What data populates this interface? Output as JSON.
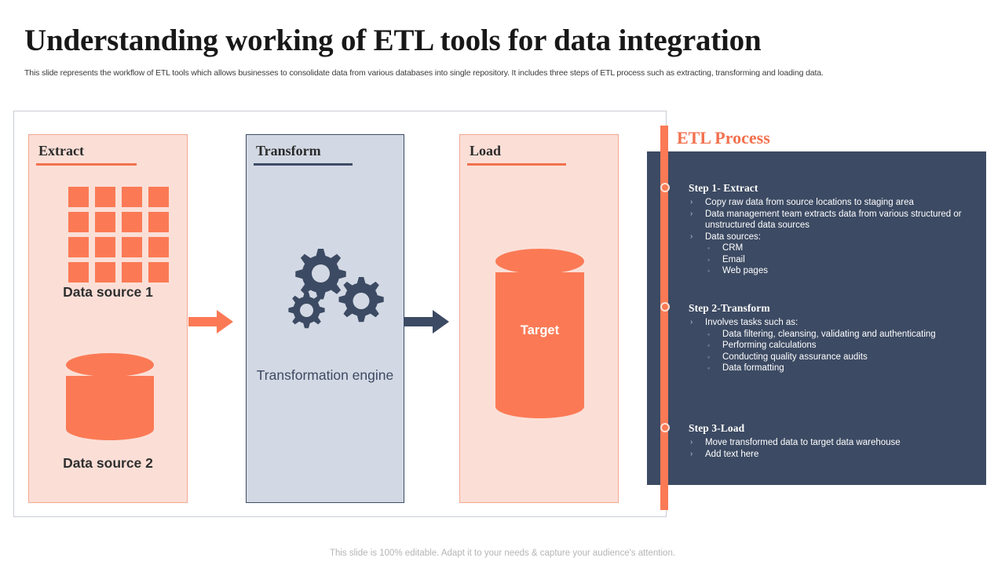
{
  "header": {
    "title": "Understanding working of ETL tools for data integration",
    "subtitle": "This slide represents the workflow of ETL tools which allows businesses to consolidate data from various databases into single repository. It includes three steps of ETL process such as extracting, transforming and loading data."
  },
  "colors": {
    "orange": "#FB7A55",
    "orange_dark": "#F2714E",
    "navy": "#3C4A63",
    "pink_bg": "#FBDFD7",
    "bluegrey_bg": "#D3D9E4",
    "frame_border": "#C9CDD4",
    "footer_text": "#B5B5B5"
  },
  "diagram": {
    "panels": [
      {
        "heading": "Extract",
        "rule_color": "#F2714E",
        "items": [
          {
            "icon": "grid-icon",
            "label": "Data source 1"
          },
          {
            "icon": "database-cylinder-icon",
            "label": "Data source 2"
          }
        ]
      },
      {
        "heading": "Transform",
        "rule_color": "#3C4A63",
        "items": [
          {
            "icon": "gears-icon",
            "label": "Transformation engine"
          }
        ]
      },
      {
        "heading": "Load",
        "rule_color": "#F2714E",
        "items": [
          {
            "icon": "database-cylinder-icon",
            "label": "Target"
          }
        ]
      }
    ],
    "arrows": [
      {
        "name": "arrow-extract-to-transform",
        "color": "#FB7A55"
      },
      {
        "name": "arrow-transform-to-load",
        "color": "#3C4A63"
      }
    ]
  },
  "process": {
    "heading": "ETL Process",
    "steps": [
      {
        "title": "Step 1- Extract",
        "bullets": [
          {
            "level": 1,
            "text": "Copy raw data from source locations to staging area"
          },
          {
            "level": 1,
            "text": "Data management team extracts data from various structured or unstructured data sources"
          },
          {
            "level": 1,
            "text": "Data sources:"
          },
          {
            "level": 2,
            "text": "CRM"
          },
          {
            "level": 2,
            "text": "Email"
          },
          {
            "level": 2,
            "text": "Web pages"
          }
        ]
      },
      {
        "title": "Step 2-Transform",
        "bullets": [
          {
            "level": 1,
            "text": "Involves  tasks such as:"
          },
          {
            "level": 2,
            "text": "Data filtering, cleansing, validating and authenticating"
          },
          {
            "level": 2,
            "text": "Performing calculations"
          },
          {
            "level": 2,
            "text": "Conducting quality assurance audits"
          },
          {
            "level": 2,
            "text": "Data formatting"
          }
        ]
      },
      {
        "title": "Step 3-Load",
        "bullets": [
          {
            "level": 1,
            "text": "Move transformed  data to target data warehouse"
          },
          {
            "level": 1,
            "text": "Add text here"
          }
        ]
      }
    ]
  },
  "footer": {
    "note": "This slide is 100% editable. Adapt it to your needs & capture your audience's attention."
  }
}
